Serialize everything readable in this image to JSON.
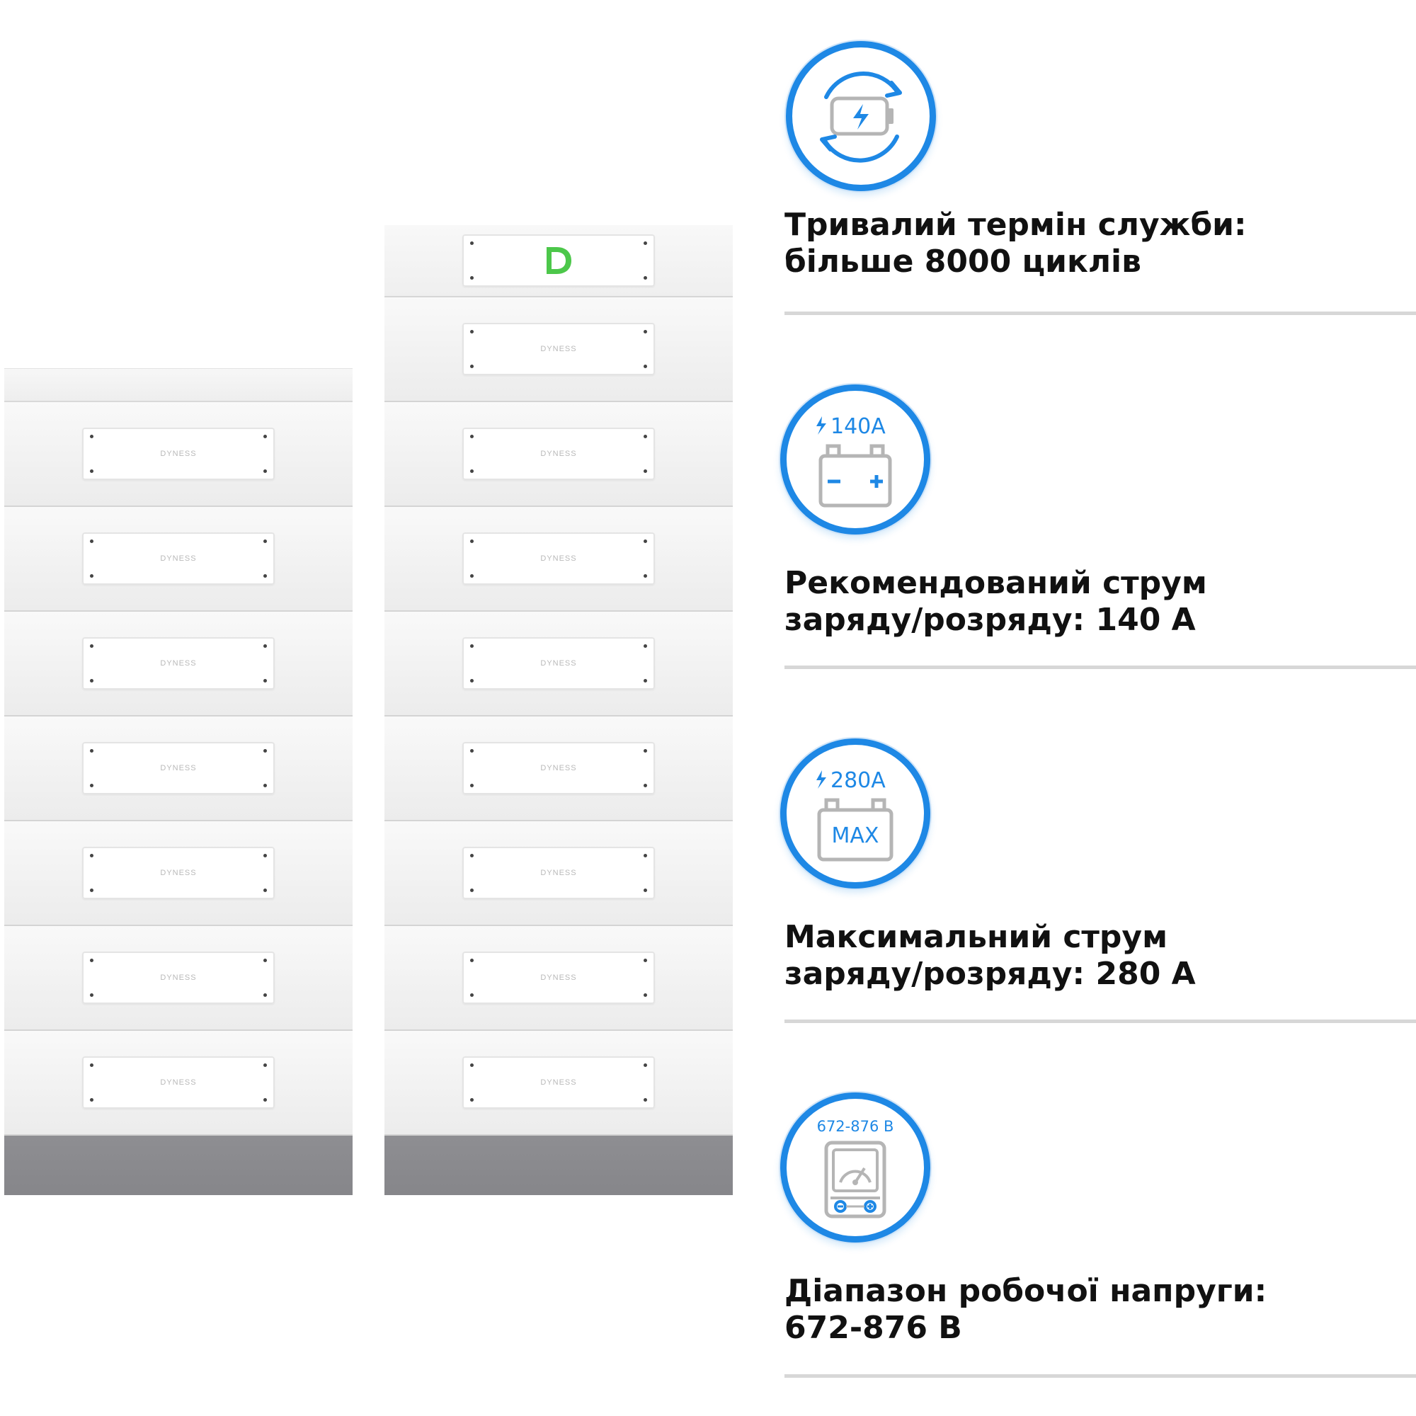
{
  "product": {
    "brand_plate_text": "DYNESS",
    "accent_color": "#1e88e5",
    "logo_color": "#4cc74a",
    "left_stack_module_count": 7,
    "right_stack_module_count": 8
  },
  "features": [
    {
      "icon": "battery-cycle-icon",
      "title": "Тривалий термін служби:\nбільше 8000 циклів"
    },
    {
      "icon": "battery-140a-icon",
      "icon_label": "140A",
      "title": "Рекомендований струм\nзаряду/розряду: 140 А"
    },
    {
      "icon": "battery-280a-max-icon",
      "icon_label": "280A",
      "icon_sublabel": "MAX",
      "title": "Максимальний струм\nзаряду/розряду: 280 А"
    },
    {
      "icon": "voltmeter-icon",
      "icon_label": "672-876 В",
      "title": "Діапазон робочої напруги:\n672-876 В"
    }
  ]
}
